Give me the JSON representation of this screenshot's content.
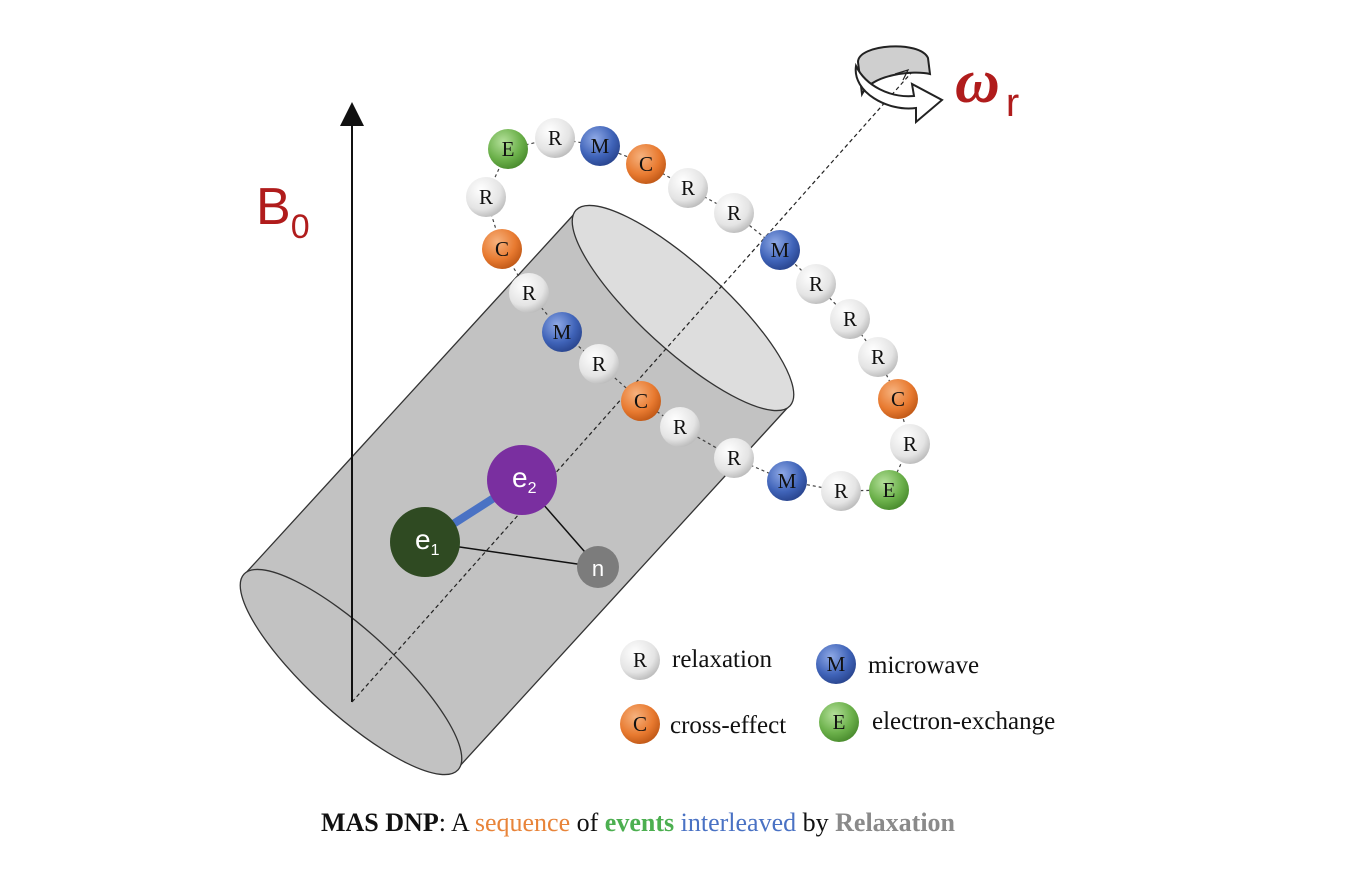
{
  "field_label": {
    "main": "B",
    "sub": "0"
  },
  "rotation_label": {
    "main": "ω",
    "sub": "r"
  },
  "spins": [
    {
      "id": "e1",
      "main": "e",
      "sub": "1",
      "color": "#2f4a22"
    },
    {
      "id": "e2",
      "main": "e",
      "sub": "2",
      "color": "#7a2fa0"
    },
    {
      "id": "n",
      "main": "n",
      "sub": "",
      "color": "#7c7c7c"
    }
  ],
  "event_types": {
    "R": {
      "letter": "R",
      "name": "relaxation",
      "color": "#e2e2e2"
    },
    "M": {
      "letter": "M",
      "name": "microwave",
      "color": "#3f63b8"
    },
    "C": {
      "letter": "C",
      "name": "cross-effect",
      "color": "#e87a30"
    },
    "E": {
      "letter": "E",
      "name": "electron-exchange",
      "color": "#6bb04a"
    }
  },
  "event_sequence": [
    "E",
    "R",
    "M",
    "C",
    "R",
    "R",
    "M",
    "R",
    "R",
    "R",
    "C",
    "R",
    "E",
    "R",
    "M",
    "R",
    "R",
    "C",
    "R",
    "M",
    "R",
    "C",
    "R"
  ],
  "legend": [
    {
      "type": "R",
      "label": "relaxation"
    },
    {
      "type": "M",
      "label": "microwave"
    },
    {
      "type": "C",
      "label": "cross-effect"
    },
    {
      "type": "E",
      "label": "electron-exchange"
    }
  ],
  "caption": {
    "title": "MAS DNP",
    "sep": ": A ",
    "w1": "sequence",
    "w2": " of ",
    "w3": "events",
    "w4": " ",
    "w5": "interleaved",
    "w6": " by ",
    "w7": "Relaxation",
    "colors": {
      "sequence": "#e8843a",
      "events": "#4caf50",
      "interleaved": "#4a72c4",
      "relaxation": "#8a8a8a"
    }
  }
}
